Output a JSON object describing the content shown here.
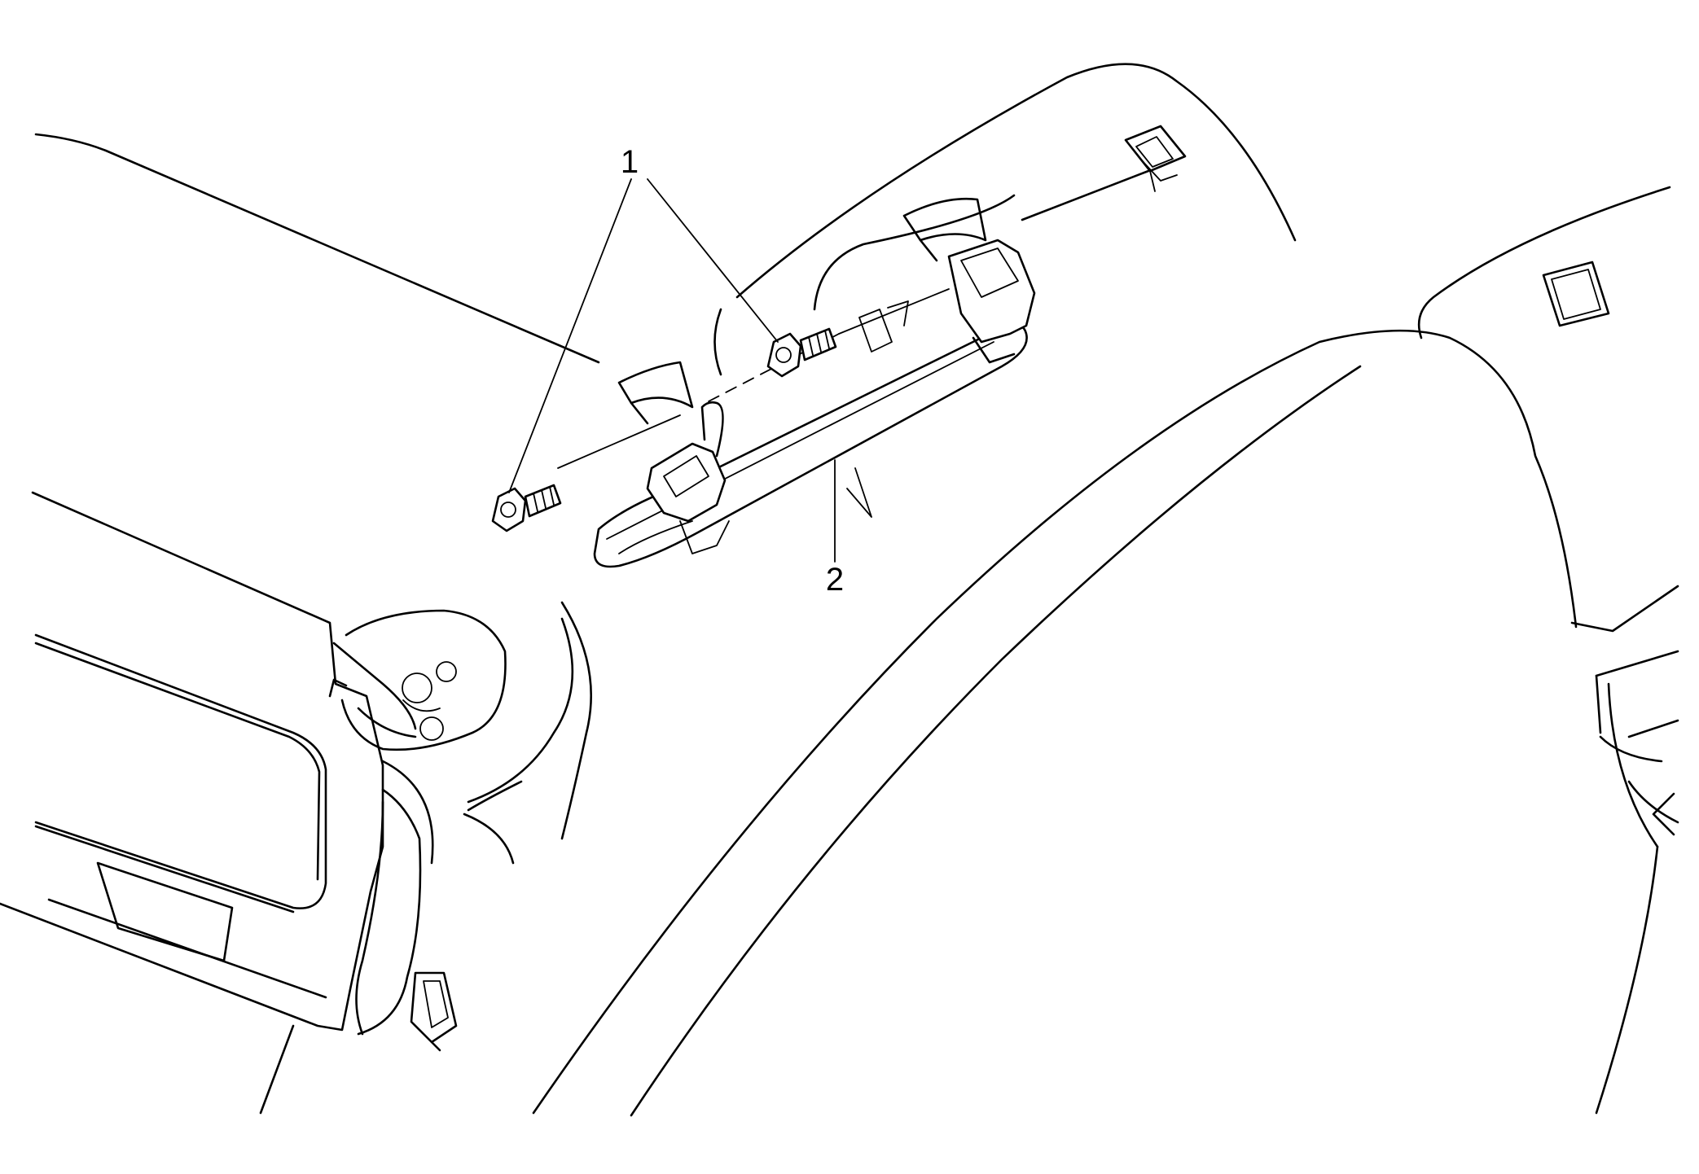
{
  "callouts": [
    {
      "id": "1",
      "label": "1"
    },
    {
      "id": "2",
      "label": "2"
    }
  ],
  "parts": [
    {
      "callout": "1",
      "icon": "bolt-icon"
    },
    {
      "callout": "2",
      "icon": "assist-handle-icon"
    }
  ],
  "colors": {
    "line": "#000000",
    "background": "#ffffff"
  }
}
